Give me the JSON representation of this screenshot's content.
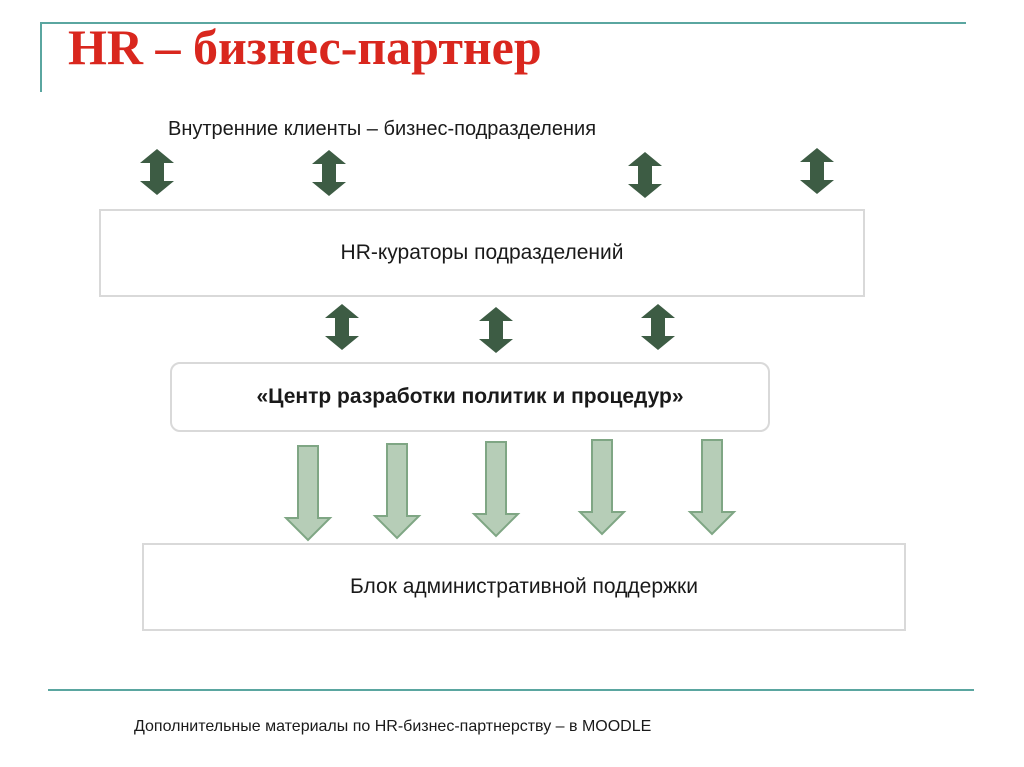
{
  "title": "HR – бизнес-партнер",
  "subtitle": "Внутренние клиенты – бизнес-подразделения",
  "boxes": {
    "curators": "HR-кураторы подразделений",
    "center": "«Центр разработки политик и процедур»",
    "admin": "Блок административной поддержки"
  },
  "footer": "Дополнительные материалы по  HR-бизнес-партнерству – в MOODLE",
  "colors": {
    "title": "#d9271e",
    "rule": "#5aa6a0",
    "double_arrow": "#3d5c44",
    "down_arrow_fill": "#b6cdb7",
    "down_arrow_stroke": "#7fa684"
  },
  "icons": {
    "double_arrow": "up-down-arrow-icon",
    "down_arrow": "down-arrow-icon"
  }
}
